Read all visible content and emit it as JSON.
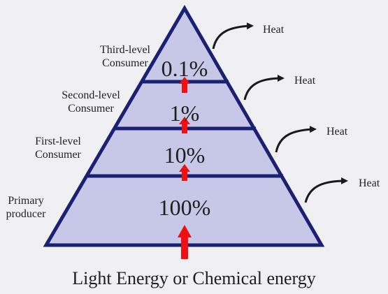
{
  "levels": [
    {
      "label": "Third-level\nConsumer",
      "percent": "0.1%"
    },
    {
      "label": "Second-level\nConsumer",
      "percent": "1%"
    },
    {
      "label": "First-level\nConsumer",
      "percent": "10%"
    },
    {
      "label": "Primary\nproducer",
      "percent": "100%"
    }
  ],
  "heat_label": "Heat",
  "caption": "Light Energy or Chemical energy",
  "colors": {
    "pyramid_fill": "#c7c7e8",
    "pyramid_stroke": "#1a2173",
    "energy_arrow": "#ee1111",
    "heat_arrow": "#1a1a1a",
    "background": "#f0f0f2"
  }
}
